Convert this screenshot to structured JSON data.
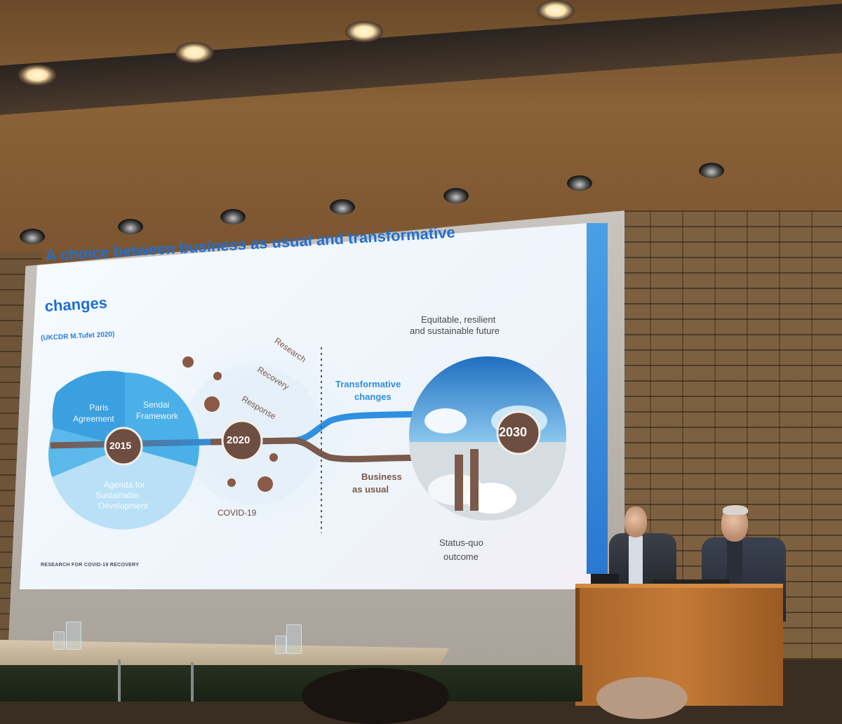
{
  "slide": {
    "title_line1": "A choice between business as usual and transformative",
    "title_line2": "changes",
    "citation": "(UKCDR M.Tufet 2020)",
    "footer": "RESEARCH FOR COVID-19 RECOVERY"
  },
  "diagram": {
    "left_circle": {
      "year": "2015",
      "segments": [
        "Paris",
        "Agreement",
        "Sendai",
        "Framework",
        "Agenda for",
        "Sustainable",
        "Development"
      ]
    },
    "middle": {
      "year": "2020",
      "arcs": [
        "Research",
        "Recovery",
        "Response"
      ],
      "virus_label": "COVID-19"
    },
    "paths": {
      "upper_line1": "Transformative",
      "upper_line2": "changes",
      "lower_line1": "Business",
      "lower_line2": "as usual"
    },
    "right_circle": {
      "year": "2030",
      "top_line1": "Equitable, resilient",
      "top_line2": "and sustainable future",
      "bottom_line1": "Status-quo",
      "bottom_line2": "outcome"
    }
  },
  "colors": {
    "title_blue": "#1f6fd1",
    "circle_light_blue": "#7cc4ee",
    "circle_mid_blue": "#3aa0e0",
    "timeline_brown": "#7a5a4a",
    "arrow_blue": "#2f8fe0"
  }
}
